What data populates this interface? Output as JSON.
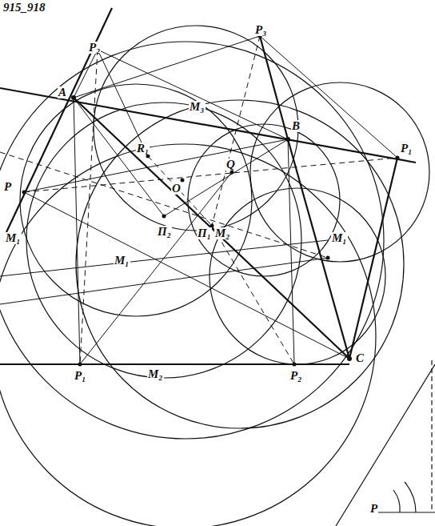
{
  "diagram": {
    "labels": [
      "915_918",
      "P₂",
      "P₃",
      "A",
      "M₃",
      "B",
      "P₁",
      "R₁",
      "O",
      "Q",
      "P",
      "M₁",
      "Π₂",
      "Π₁",
      "M₂",
      "M₁",
      "M₁",
      "P₁",
      "M₂",
      "P₂",
      "C",
      "P"
    ]
  }
}
